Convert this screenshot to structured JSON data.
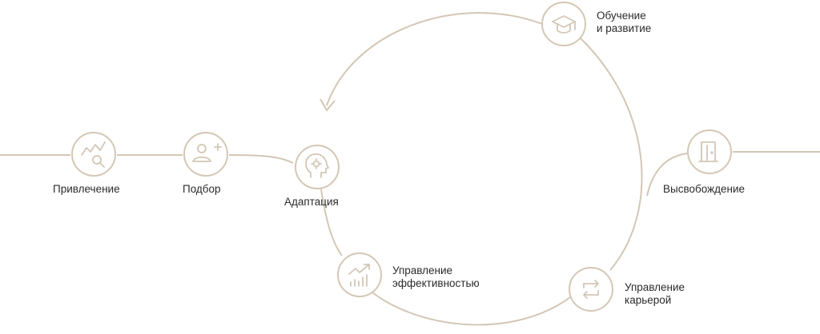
{
  "diagram": {
    "colors": {
      "line": "#d3c7b5",
      "text": "#2b2b2b",
      "background": "#ffffff"
    },
    "nodes": {
      "attraction": {
        "label": "Привлечение",
        "icon": "chart-search-icon"
      },
      "selection": {
        "label": "Подбор",
        "icon": "add-user-icon"
      },
      "adaptation": {
        "label": "Адаптация",
        "icon": "head-gear-icon"
      },
      "training": {
        "label_line1": "Обучение",
        "label_line2": "и развитие",
        "icon": "graduation-cap-icon"
      },
      "release": {
        "label": "Высвобождение",
        "icon": "door-exit-icon"
      },
      "career": {
        "label_line1": "Управление",
        "label_line2": "карьерой",
        "icon": "swap-arrows-icon"
      },
      "performance": {
        "label_line1": "Управление",
        "label_line2": "эффективностью",
        "icon": "growth-chart-icon"
      }
    }
  }
}
